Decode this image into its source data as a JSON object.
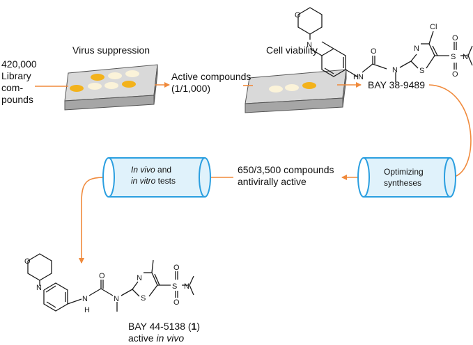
{
  "library": {
    "count": "420,000",
    "line2": "Library",
    "line3": "com-",
    "line4": "pounds"
  },
  "screens": {
    "virus_suppression": "Virus suppression",
    "cell_viability": "Cell viability"
  },
  "active": {
    "line1": "Active compounds",
    "line2": "(1/1,000)"
  },
  "hit": {
    "name": "BAY 38-9489"
  },
  "optimizing": {
    "line1": "Optimizing",
    "line2": "syntheses"
  },
  "antiviral": {
    "line1": "650/3,500 compounds",
    "line2": "antivirally active"
  },
  "tests": {
    "line1_em": "In vivo",
    "line1_rest": " and",
    "line2_em": "in vitro",
    "line2_rest": " tests"
  },
  "final": {
    "name_pre": "BAY 44-5138 (",
    "name_num": "1",
    "name_post": ")",
    "line2_pre": "active ",
    "line2_em": "in vivo"
  },
  "atoms": {
    "O": "O",
    "N": "N",
    "H": "H",
    "S": "S",
    "Cl": "Cl"
  },
  "colors": {
    "arrow": "#f08a3c",
    "cylinder": "#2b9fe0",
    "cylinder_fill": "#e0f2fb",
    "plate_top": "#d9d9d9",
    "plate_side": "#a6a6a6",
    "well_yellow": "#f3b21b",
    "well_pale": "#fbf3d9",
    "nitrogen": "#1c2ea8",
    "oxygen": "#e0111b",
    "sulfur": "#a68f0a",
    "chlorine": "#1a8c1a"
  }
}
